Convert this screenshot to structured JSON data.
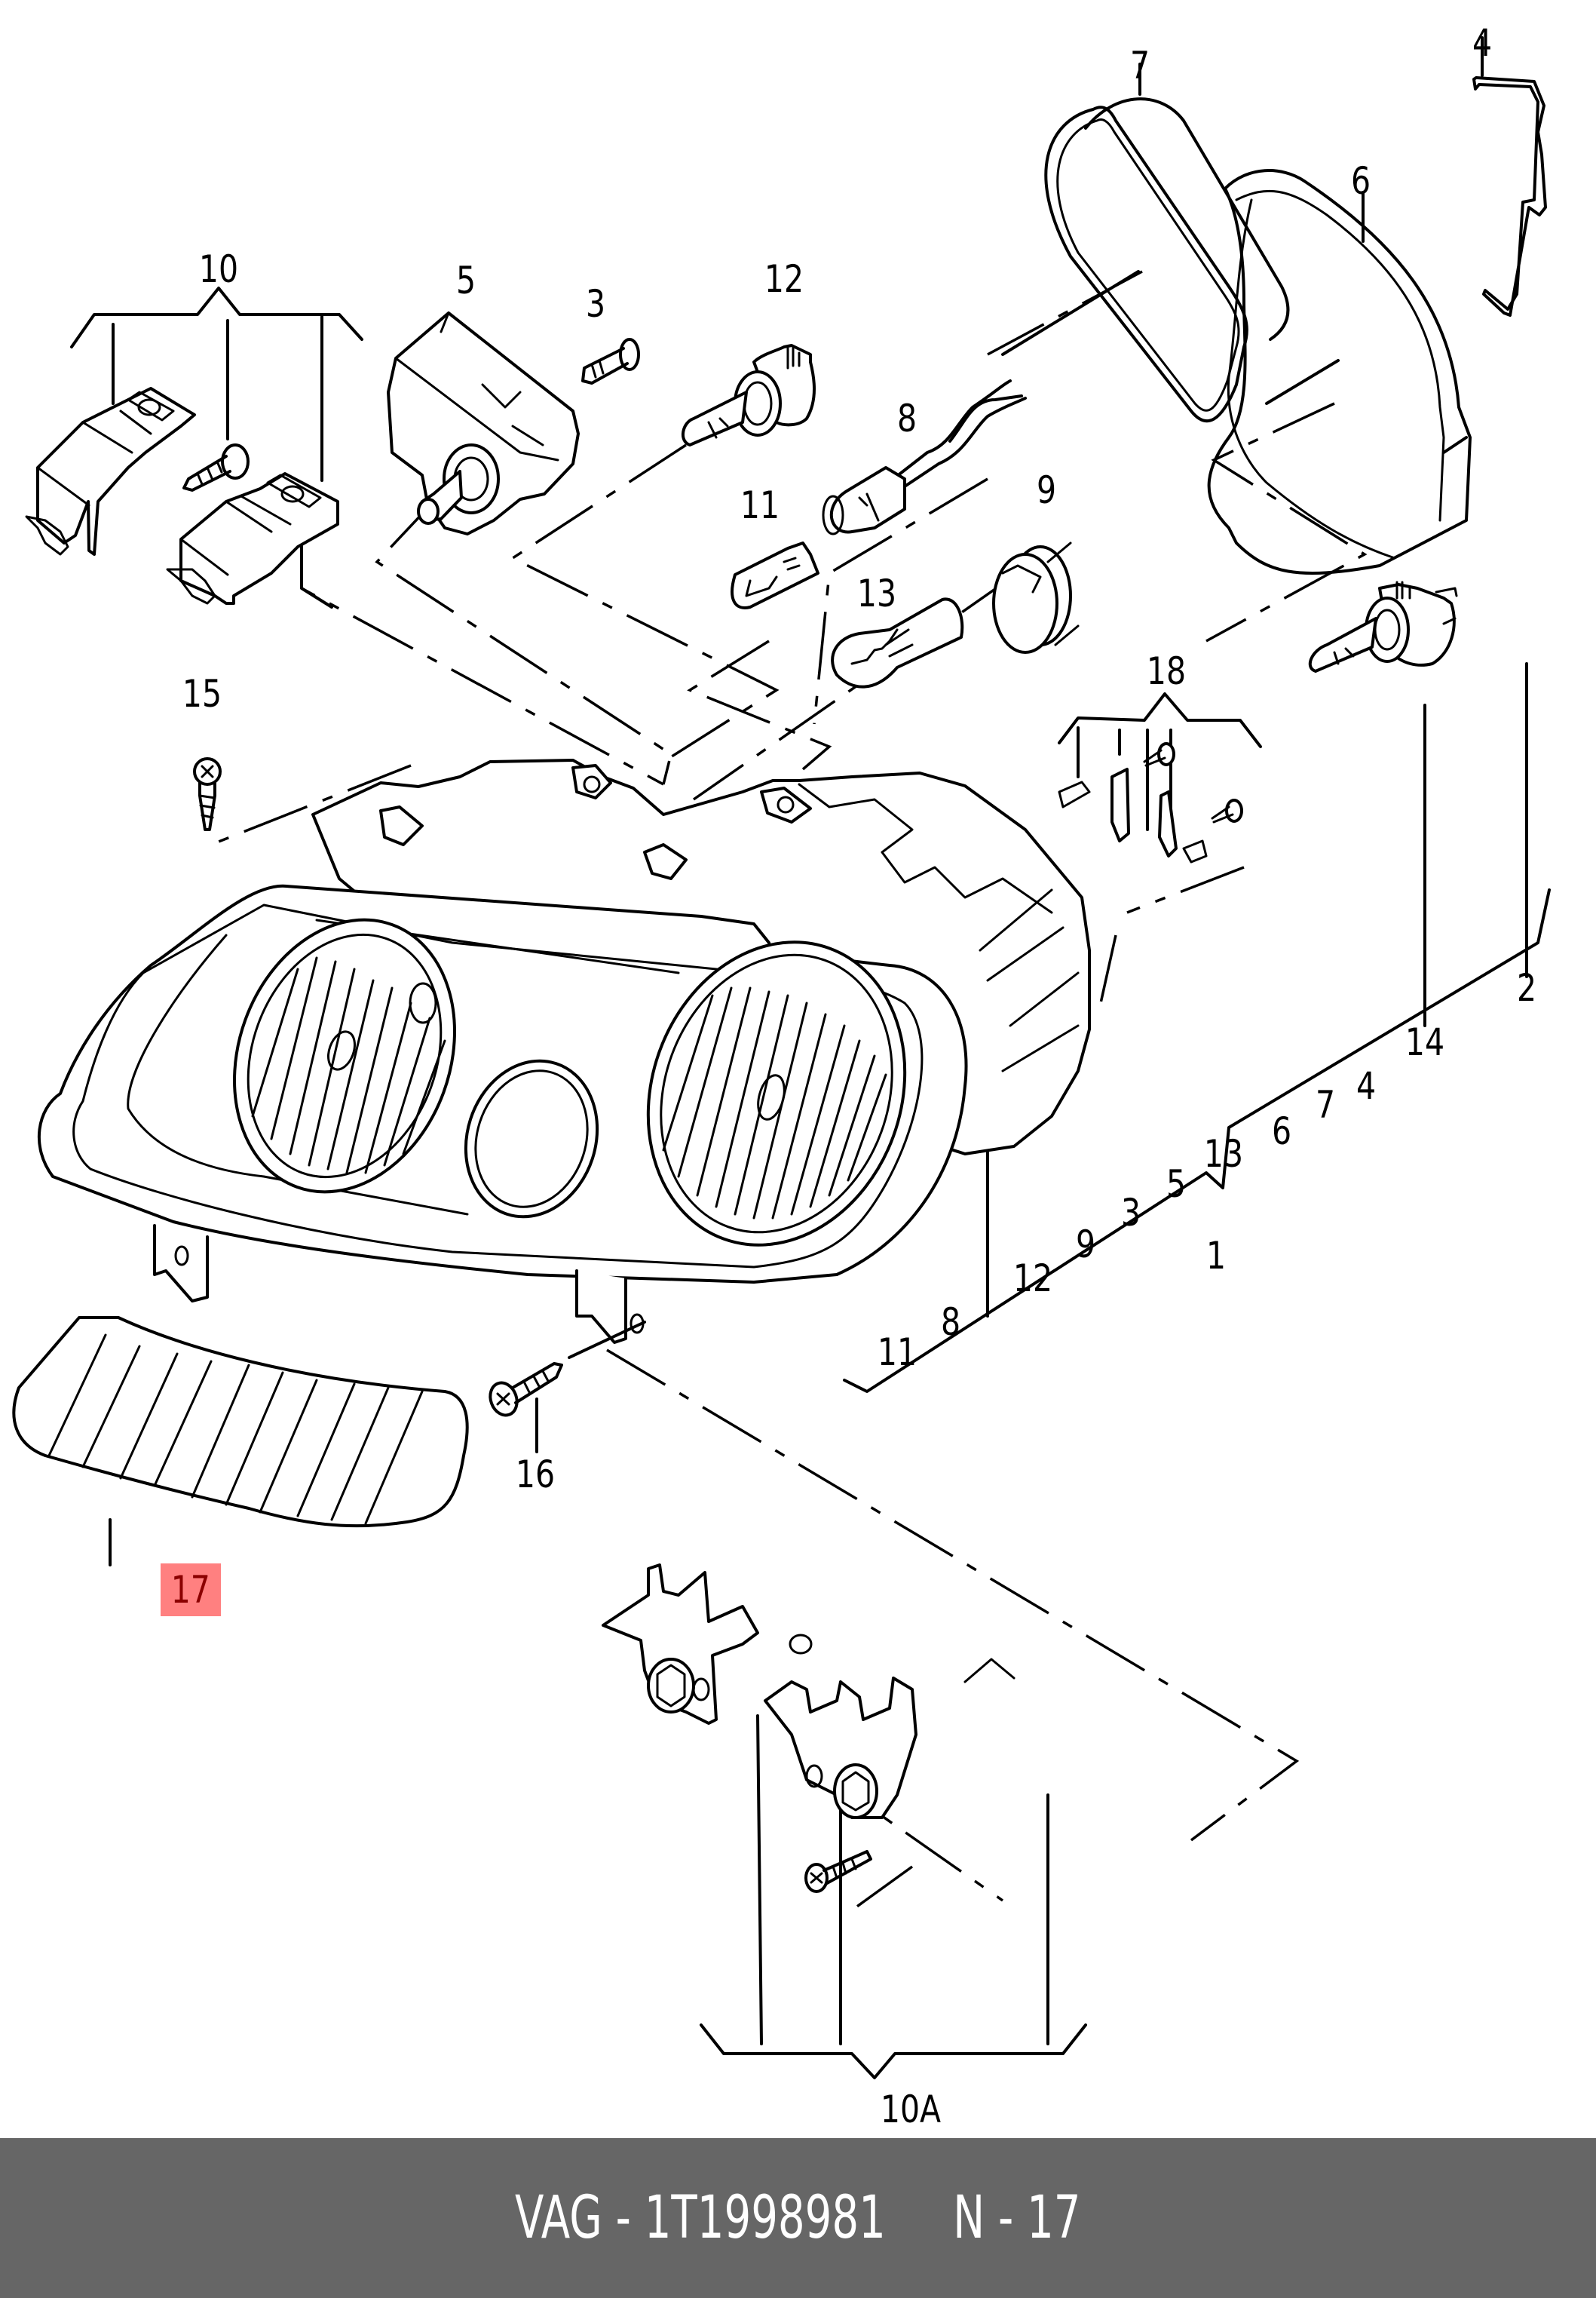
{
  "diagram": {
    "title": "Headlight assembly exploded parts diagram",
    "highlight_color": "#ff8080",
    "highlight_text_color": "#8b0000",
    "highlighted_part": "17",
    "callouts": {
      "c1": "1",
      "c2": "2",
      "c3": "3",
      "c4": "4",
      "c5": "5",
      "c6": "6",
      "c7": "7",
      "c8": "8",
      "c9": "9",
      "c10": "10",
      "c10a": "10A",
      "c11": "11",
      "c12": "12",
      "c13": "13",
      "c14": "14",
      "c15": "15",
      "c16": "16",
      "c17": "17",
      "c18": "18"
    },
    "group1_labels": {
      "l11": "11",
      "l8": "8",
      "l12": "12",
      "l9": "9",
      "l3": "3",
      "l5": "5",
      "l13": "13",
      "l6": "6",
      "l7": "7",
      "l4": "4",
      "l14": "14",
      "l2": "2"
    },
    "parts": [
      {
        "ref": "1",
        "icon": "headlight-housing-icon"
      },
      {
        "ref": "2",
        "icon": "bulb-cap-icon"
      },
      {
        "ref": "3",
        "icon": "screw-icon"
      },
      {
        "ref": "4",
        "icon": "retaining-clip-icon"
      },
      {
        "ref": "5",
        "icon": "level-motor-icon"
      },
      {
        "ref": "6",
        "icon": "cover-cap-icon"
      },
      {
        "ref": "7",
        "icon": "seal-ring-icon"
      },
      {
        "ref": "8",
        "icon": "bulb-socket-wire-icon"
      },
      {
        "ref": "9",
        "icon": "bulb-holder-icon"
      },
      {
        "ref": "10",
        "icon": "repair-bracket-set-icon"
      },
      {
        "ref": "10A",
        "icon": "mounting-bracket-set-icon"
      },
      {
        "ref": "11",
        "icon": "wedge-bulb-icon"
      },
      {
        "ref": "12",
        "icon": "halogen-bulb-icon"
      },
      {
        "ref": "13",
        "icon": "indicator-bulb-icon"
      },
      {
        "ref": "14",
        "icon": "halogen-bulb-icon"
      },
      {
        "ref": "15",
        "icon": "screw-icon"
      },
      {
        "ref": "16",
        "icon": "screw-icon"
      },
      {
        "ref": "17",
        "icon": "lens-icon"
      },
      {
        "ref": "18",
        "icon": "adjuster-clip-set-icon"
      }
    ]
  },
  "footer": {
    "text": "VAG - 1T1998981     N - 17",
    "brand": "VAG",
    "part_number": "1T1998981",
    "position": "N - 17",
    "background": "#666666",
    "text_color": "#ffffff"
  }
}
